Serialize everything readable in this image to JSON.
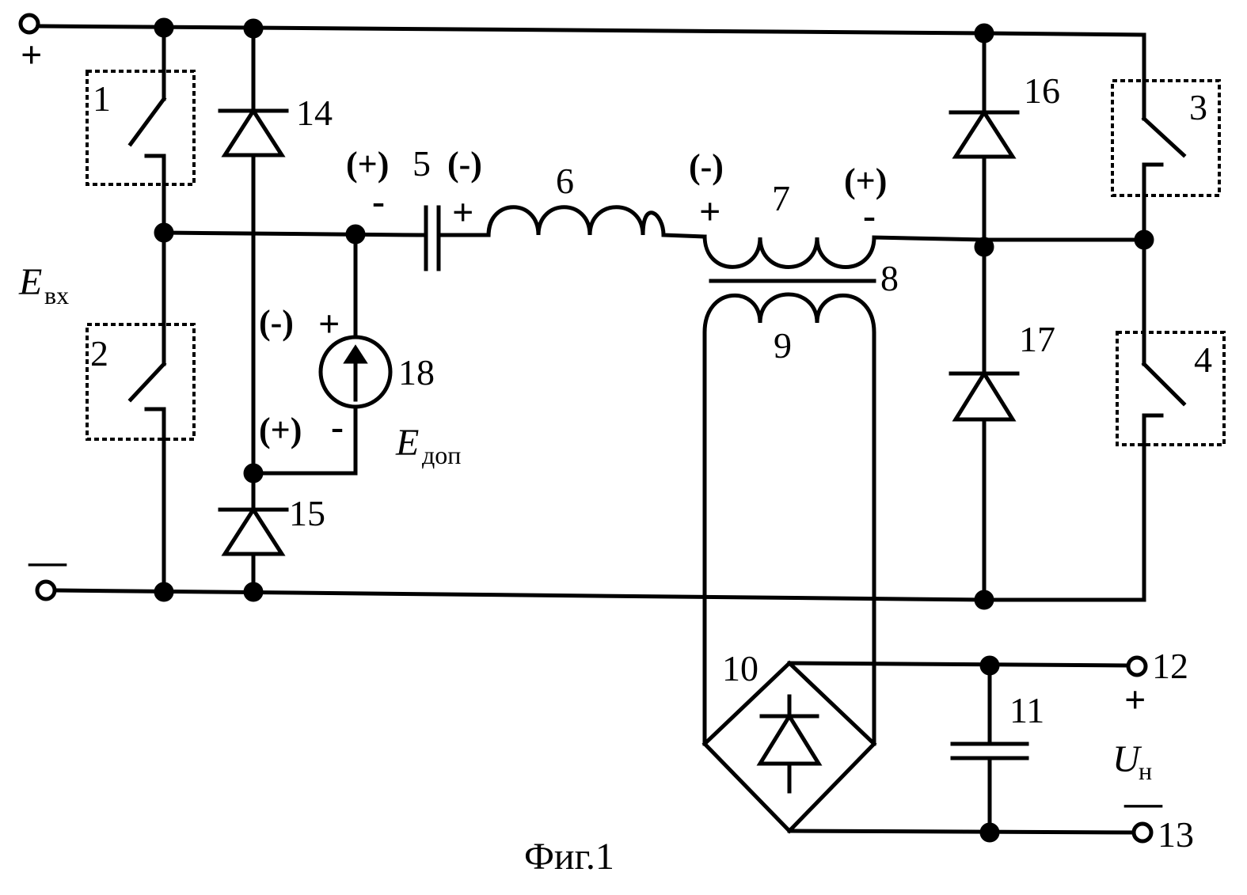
{
  "caption": "Фиг.1",
  "input": {
    "plus": "+",
    "minus": "—",
    "voltage_symbol": "E",
    "voltage_subscript": "вх"
  },
  "extra_source": {
    "symbol": "E",
    "subscript": "доп",
    "number": "18"
  },
  "output": {
    "symbol": "U",
    "subscript": "н",
    "plus": "+",
    "minus": "—"
  },
  "switches": [
    "1",
    "2",
    "3",
    "4"
  ],
  "components": {
    "capacitor": "5",
    "inductor": "6",
    "primary_winding": "7",
    "core": "8",
    "secondary_winding": "9",
    "rectifier_bridge": "10",
    "output_capacitor": "11",
    "out_terminal_plus": "12",
    "out_terminal_minus": "13"
  },
  "diodes": [
    "14",
    "15",
    "16",
    "17"
  ],
  "polarity": {
    "c5_left_alt": "(+)",
    "c5_right_alt": "(-)",
    "c5_left": "-",
    "c5_right": "+",
    "w7_left_alt": "(-)",
    "w7_right_alt": "(+)",
    "w7_left": "+",
    "w7_right": "-",
    "e18_top_alt": "(-)",
    "e18_top": "+",
    "e18_bottom_alt": "(+)",
    "e18_bottom": "-"
  }
}
